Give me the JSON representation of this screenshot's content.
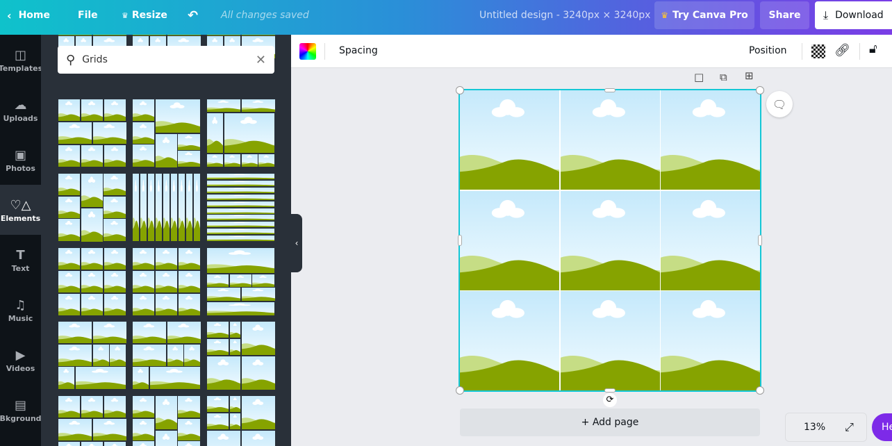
{
  "topbar": {
    "home": "Home",
    "file": "File",
    "resize": "Resize",
    "status": "All changes saved",
    "title": "Untitled design - 3240px × 3240px",
    "try_pro": "Try Canva Pro",
    "share": "Share",
    "download": "Download"
  },
  "rail": [
    {
      "label": "Templates",
      "icon": "template-icon"
    },
    {
      "label": "Uploads",
      "icon": "cloud-upload-icon"
    },
    {
      "label": "Photos",
      "icon": "image-icon"
    },
    {
      "label": "Elements",
      "icon": "shapes-icon"
    },
    {
      "label": "Text",
      "icon": "text-icon"
    },
    {
      "label": "Music",
      "icon": "music-icon"
    },
    {
      "label": "Videos",
      "icon": "video-icon"
    },
    {
      "label": "Bkground",
      "icon": "background-icon"
    }
  ],
  "panel": {
    "search_value": "Grids"
  },
  "toolbar": {
    "spacing": "Spacing",
    "position": "Position"
  },
  "canvas": {
    "add_page": "+ Add page",
    "zoom": "13%",
    "help": "Help"
  },
  "colors": {
    "accent": "#14c7d6",
    "pro": "#7d2ae8",
    "sky": "#c5e9fb",
    "hill_light": "#c6dd85",
    "hill_dark": "#86a300"
  }
}
